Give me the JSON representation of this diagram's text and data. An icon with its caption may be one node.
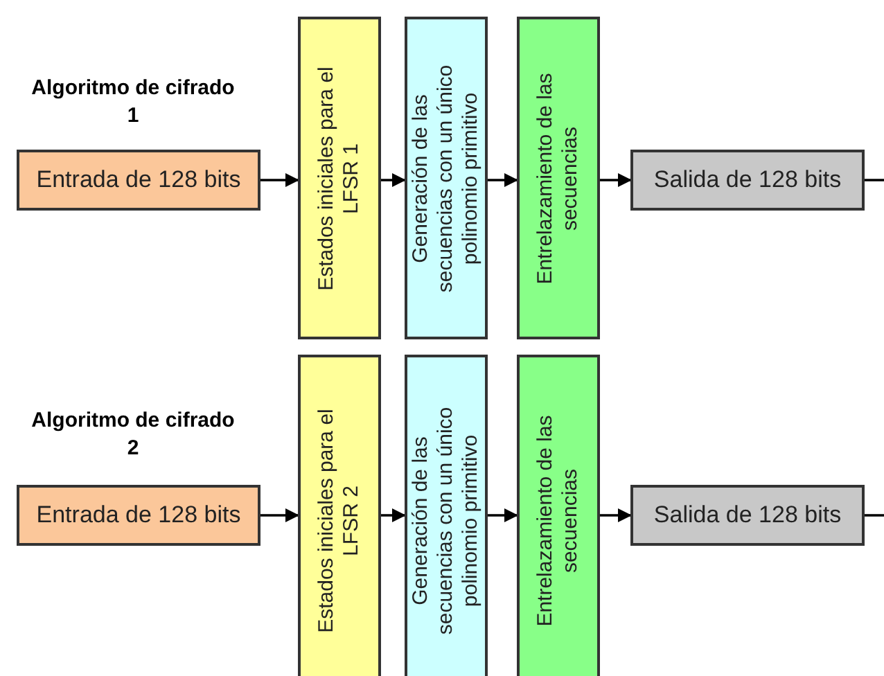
{
  "diagram": {
    "nodes": [
      {
        "text": [
          "Entrada de 128 bits"
        ]
      },
      {
        "text": [
          "Estados iniciales para el LFSR 1"
        ]
      },
      {
        "text": [
          "Generación de las secuencias con un único polinomio primitivo"
        ]
      },
      {
        "text": [
          "Entrelazamiento de las secuencias"
        ]
      },
      {
        "text": [
          "Salida de 128 bits"
        ]
      },
      {
        "text": [
          "Entrada de 128 bits"
        ]
      },
      {
        "text": [
          "Estados iniciales para el LFSR 2"
        ]
      },
      {
        "text": [
          "Generación de las secuencias con un único polinomio primitivo"
        ]
      },
      {
        "text": [
          "Entrelazamiento de las secuencias"
        ]
      },
      {
        "text": [
          "Salida de 128 bits"
        ]
      }
    ],
    "edges": [
      {
        "from": 0,
        "to": 1,
        "arrow": "to"
      },
      {
        "from": 1,
        "to": 2,
        "arrow": "to"
      },
      {
        "from": 2,
        "to": 3,
        "arrow": "to"
      },
      {
        "from": 3,
        "to": 4,
        "arrow": "to"
      },
      {
        "from": 4,
        "to": null,
        "arrow": "to"
      },
      {
        "from": 5,
        "to": 6,
        "arrow": "to"
      },
      {
        "from": 6,
        "to": 7,
        "arrow": "to"
      },
      {
        "from": 7,
        "to": 8,
        "arrow": "to"
      },
      {
        "from": 8,
        "to": 9,
        "arrow": "to"
      },
      {
        "from": 9,
        "to": null,
        "arrow": "to"
      }
    ],
    "labels": [
      "Algoritmo de cifrado 1",
      "Algoritmo de cifrado 2"
    ]
  }
}
